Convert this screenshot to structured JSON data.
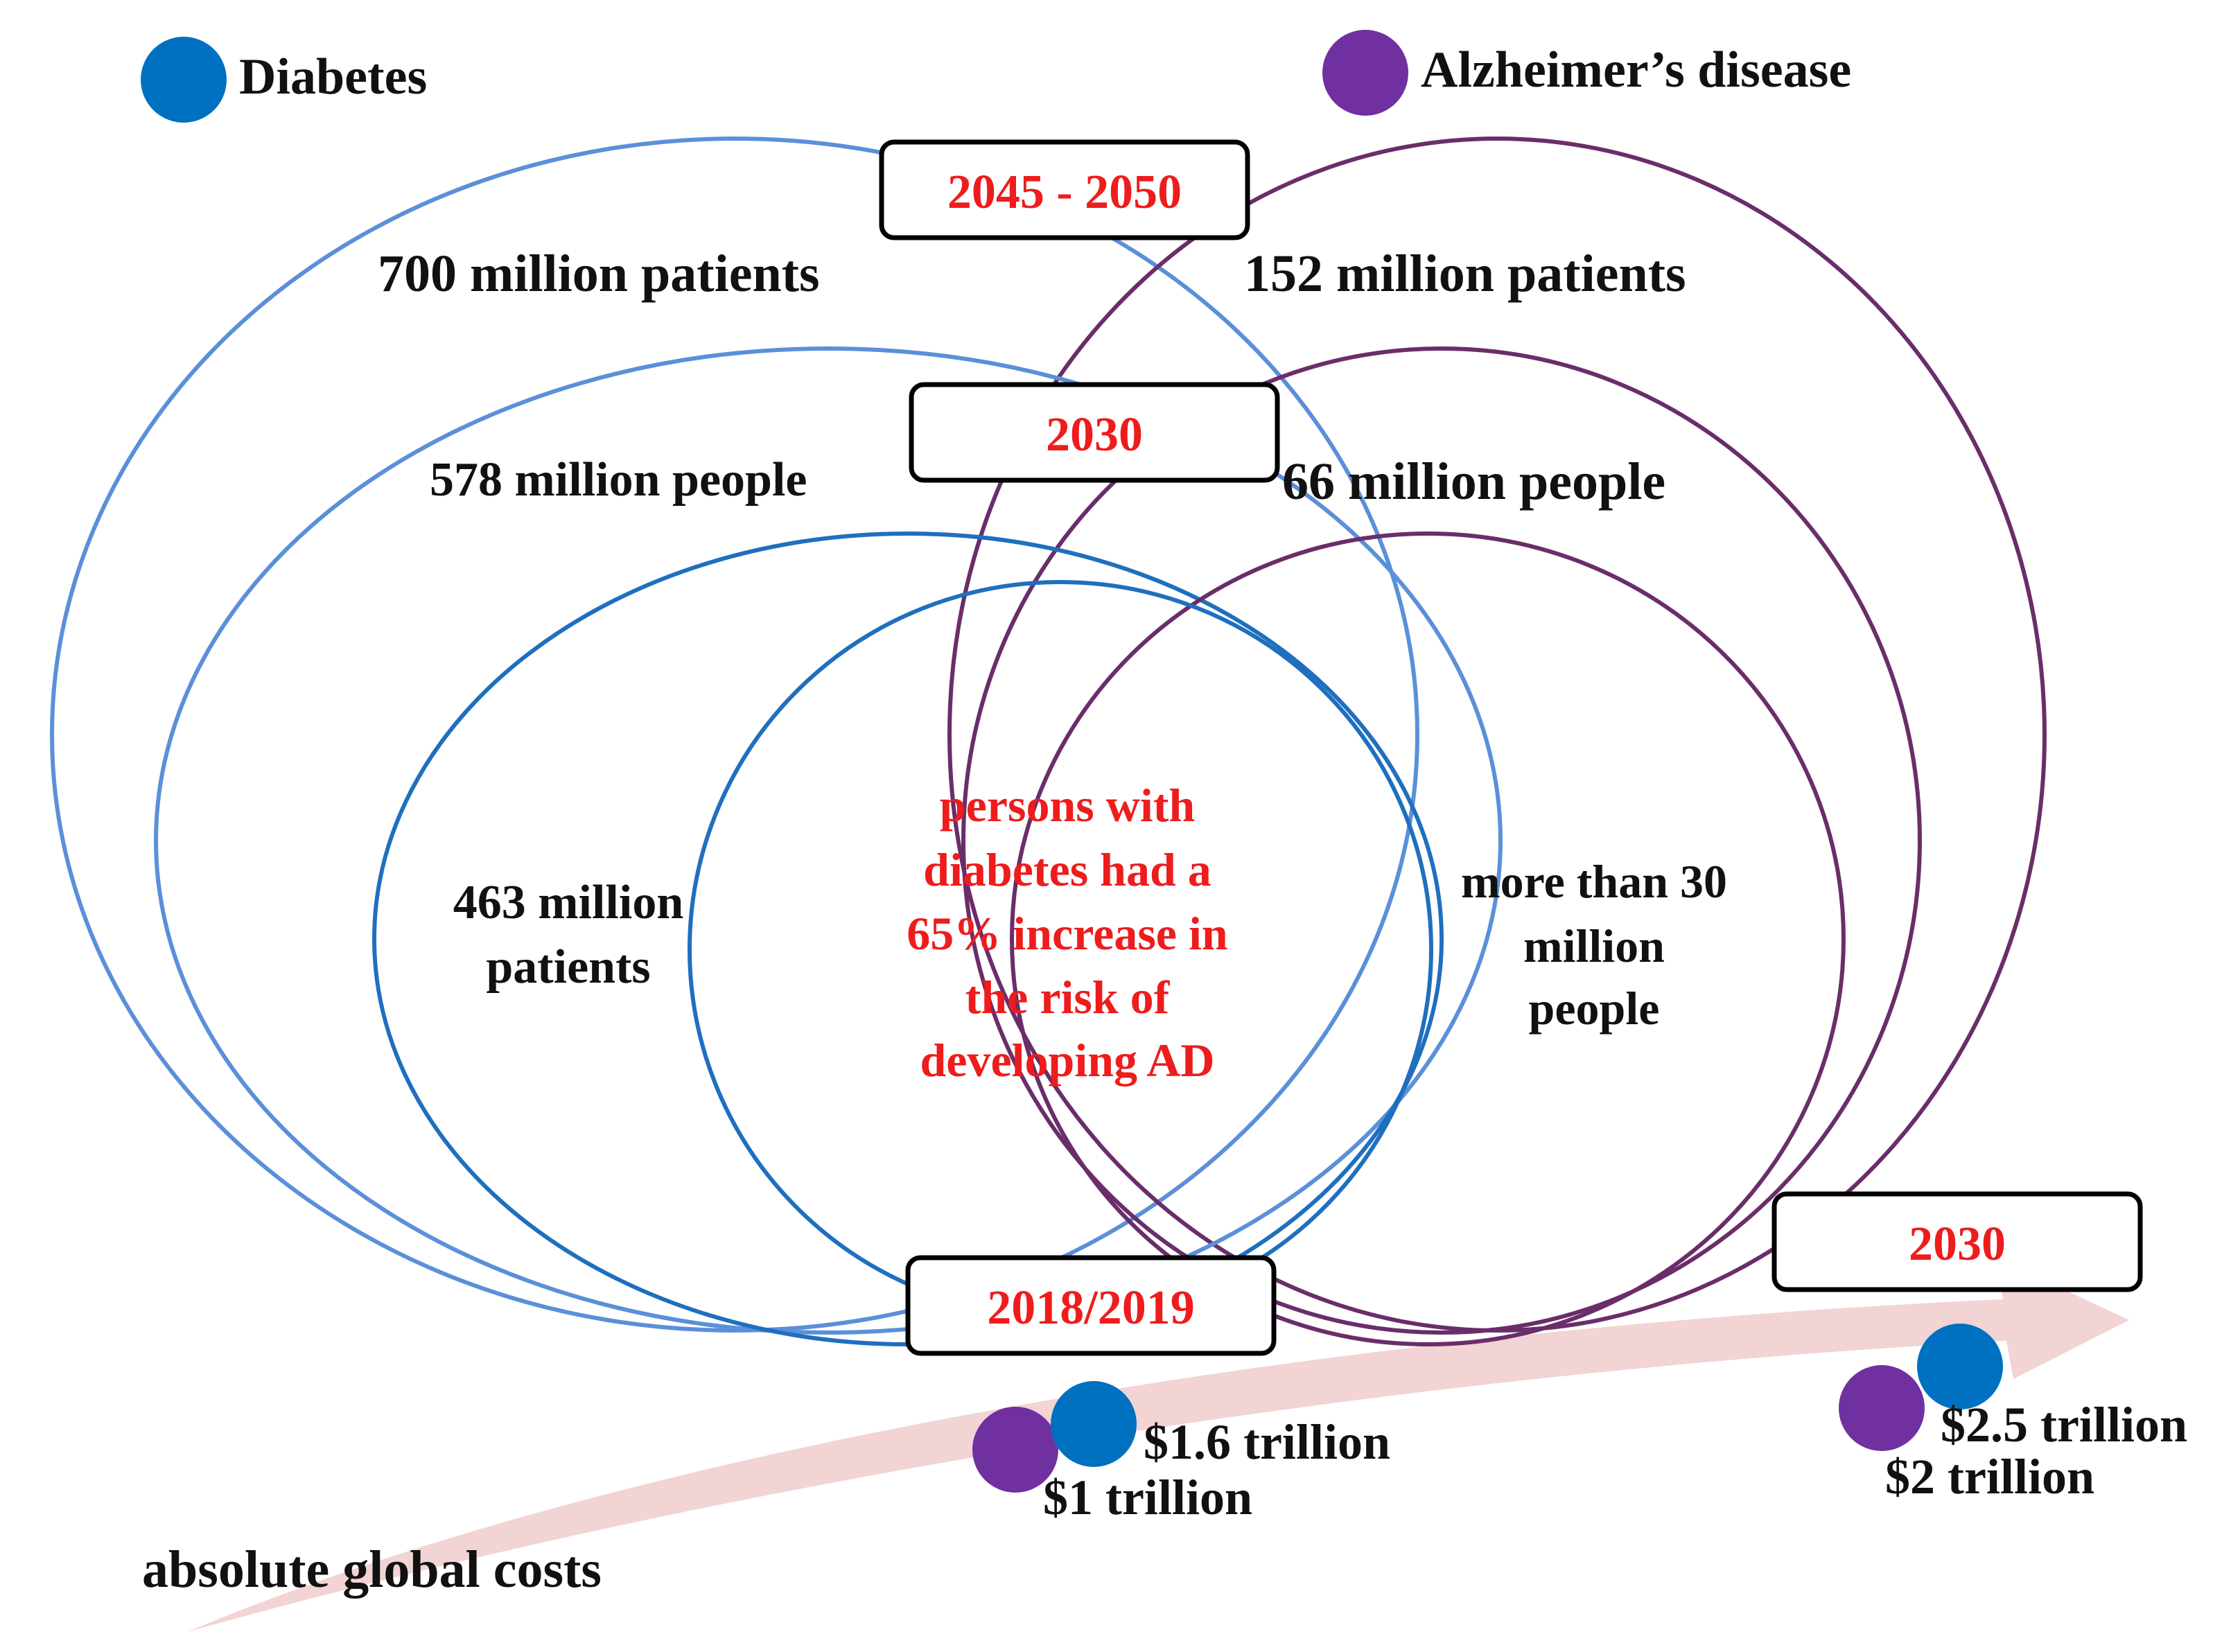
{
  "legend": {
    "diabetes": {
      "label": "Diabetes",
      "color": "#0070c0"
    },
    "alzheimers": {
      "label": "Alzheimer’s disease",
      "color": "#7030a0"
    }
  },
  "periods": {
    "p2045": "2045 - 2050",
    "p2030": "2030",
    "p2018": "2018/2019",
    "costs2030": "2030"
  },
  "diabetes_counts": {
    "y2045": "700 million  patients",
    "y2030": "578 million people",
    "y2018_line1": "463 million",
    "y2018_line2": "patients"
  },
  "alzheimers_counts": {
    "y2045": "152 million  patients",
    "y2030": "66 million  people",
    "y2018_line1": "more than 30",
    "y2018_line2": "million",
    "y2018_line3": "people"
  },
  "center_note": {
    "line1": "persons with",
    "line2": "diabetes had a",
    "line3": "65% increase in",
    "line4": "the risk of",
    "line5": "developing AD"
  },
  "costs": {
    "title": "absolute global  costs",
    "diabetes_2018": "$1.6 trillion",
    "alzheimers_2018": "$1 trillion",
    "diabetes_2030": "$2.5 trillion",
    "alzheimers_2030": "$2 trillion"
  },
  "colors": {
    "diabetes_light": "#5b8fd9",
    "diabetes_dark": "#1f6fbf",
    "alzheimers_line": "#6a2d6a",
    "highlight": "#ee1c1c",
    "arrow": "#f2d4d4"
  }
}
